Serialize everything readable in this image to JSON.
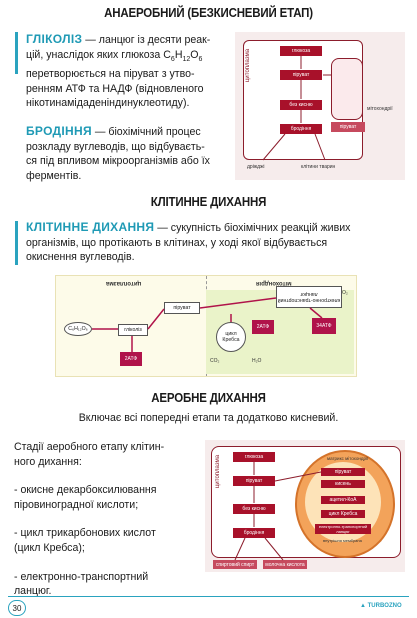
{
  "sections": {
    "anaerobic_title": "АНАЕРОБНИЙ (БЕЗКИСНЕВИЙ ЕТАП)",
    "cellular_title": "КЛІТИННЕ ДИХАННЯ",
    "aerobic_title": "АЕРОБНЕ ДИХАННЯ"
  },
  "glycolysis": {
    "term": "ГЛІКОЛІЗ",
    "line1": " — ланцюг із десяти реак-",
    "line2_a": "цій, унаслідок яких глюкоза C",
    "line2_sub1": "6",
    "line2_b": "H",
    "line2_sub2": "12",
    "line2_c": "O",
    "line2_sub3": "6",
    "line3": "перетворюється на піруват з утво-",
    "line4": "ренням АТФ та  НАДФ (відновленого",
    "line5": "нікотинамідаденіндинуклеотиду)."
  },
  "fermentation": {
    "term": "БРОДІННЯ",
    "line1": " — біохімічний процес",
    "line2": "розкладу вуглеводів, що відбуваєть-",
    "line3": "ся під впливом мікроорганізмів або їх",
    "line4": "ферментів."
  },
  "cellular_respiration": {
    "term": "КЛІТИННЕ ДИХАННЯ",
    "line1": " — сукупність біохімічних реакцій живих",
    "line2": "організмів, що протікають в клітинах, у ході якої відбувається",
    "line3": "окиснення вуглеводів."
  },
  "aerobic": {
    "intro": "Включає всі попередні етапи та додатково кисневий.",
    "stages_line1": "Стадії аеробного етапу клітин-",
    "stages_line2": "ного дихання:",
    "item1_line1": " - окисне декарбоксилювання",
    "item1_line2": "піровиноградної кислоти;",
    "item2_line1": " - цикл трикарбонових кислот",
    "item2_line2": "(цикл Кребса);",
    "item3_line1": " - електронно-транспортний",
    "item3_line2": "ланцюг."
  },
  "diagram1": {
    "side_label": "цитоплазма",
    "box1": "глюкоза",
    "box2": "піруват",
    "box3": "без кисню",
    "box4": "бродіння",
    "right_box": "піруват",
    "mito": "мітохондрії",
    "bottom_left": "дріжджі",
    "bottom_right": "клітини тварин"
  },
  "diagram2": {
    "left_label": "цитоплазма",
    "right_label": "мітохондрія",
    "glucose": "C₆H₁₂O₆",
    "glycolysis": "гліколіз",
    "pyruvate": "піруват",
    "krebs": "цикл Кребса",
    "etc": "електронно-транспортний ланцюг",
    "atp1": "2АТФ",
    "atp2": "2АТФ",
    "atp3": "34АТФ",
    "co2": "CO₂",
    "h2o": "H₂O",
    "o2": "O₂"
  },
  "diagram3": {
    "side_label": "цитоплазма",
    "box1": "глюкоза",
    "box2": "піруват",
    "box3": "без кисню",
    "box4": "бродіння",
    "mito_title": "матрикс мітохондрії",
    "m1": "піруват",
    "m2": "кисень",
    "m3": "ацетил-КоА",
    "m4": "цикл Кребса",
    "m5": "електронно-транспортний ланцюг",
    "m6": "внутрішня мембрана",
    "bottom_left": "спиртовий спирт",
    "bottom_mid": "молочна кислота"
  },
  "footer": {
    "page": "30",
    "brand": "TURBOZNO"
  }
}
